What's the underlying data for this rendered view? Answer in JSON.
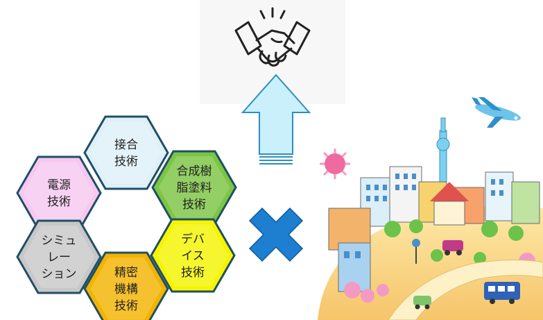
{
  "hexagons": [
    {
      "id": "joint",
      "lines": [
        "接合",
        "技術"
      ],
      "color": "#dff0f8"
    },
    {
      "id": "power",
      "lines": [
        "電源",
        "技術"
      ],
      "color": "#f6c8f0"
    },
    {
      "id": "resin",
      "lines": [
        "合成樹",
        "脂塗料",
        "技術"
      ],
      "color": "#7cc542"
    },
    {
      "id": "simulation",
      "lines": [
        "シミュ",
        "レー",
        "ション"
      ],
      "color": "#c8c8c8"
    },
    {
      "id": "device",
      "lines": [
        "デバ",
        "イス",
        "技術"
      ],
      "color": "#f5f500"
    },
    {
      "id": "precision",
      "lines": [
        "精密",
        "機構",
        "技術"
      ],
      "color": "#f3b400"
    }
  ],
  "icons": {
    "handshake": "handshake-icon",
    "up_arrow": "up-arrow-icon",
    "cross": "cross-icon",
    "city": "city-illustration",
    "airplane": "airplane-icon",
    "sun": "sun-icon"
  },
  "colors": {
    "arrow_fill": "#c9f0fb",
    "arrow_stroke": "#2c8fc0",
    "cross_fill": "#1e7fd0",
    "hex_stroke": "#1f4f66"
  }
}
